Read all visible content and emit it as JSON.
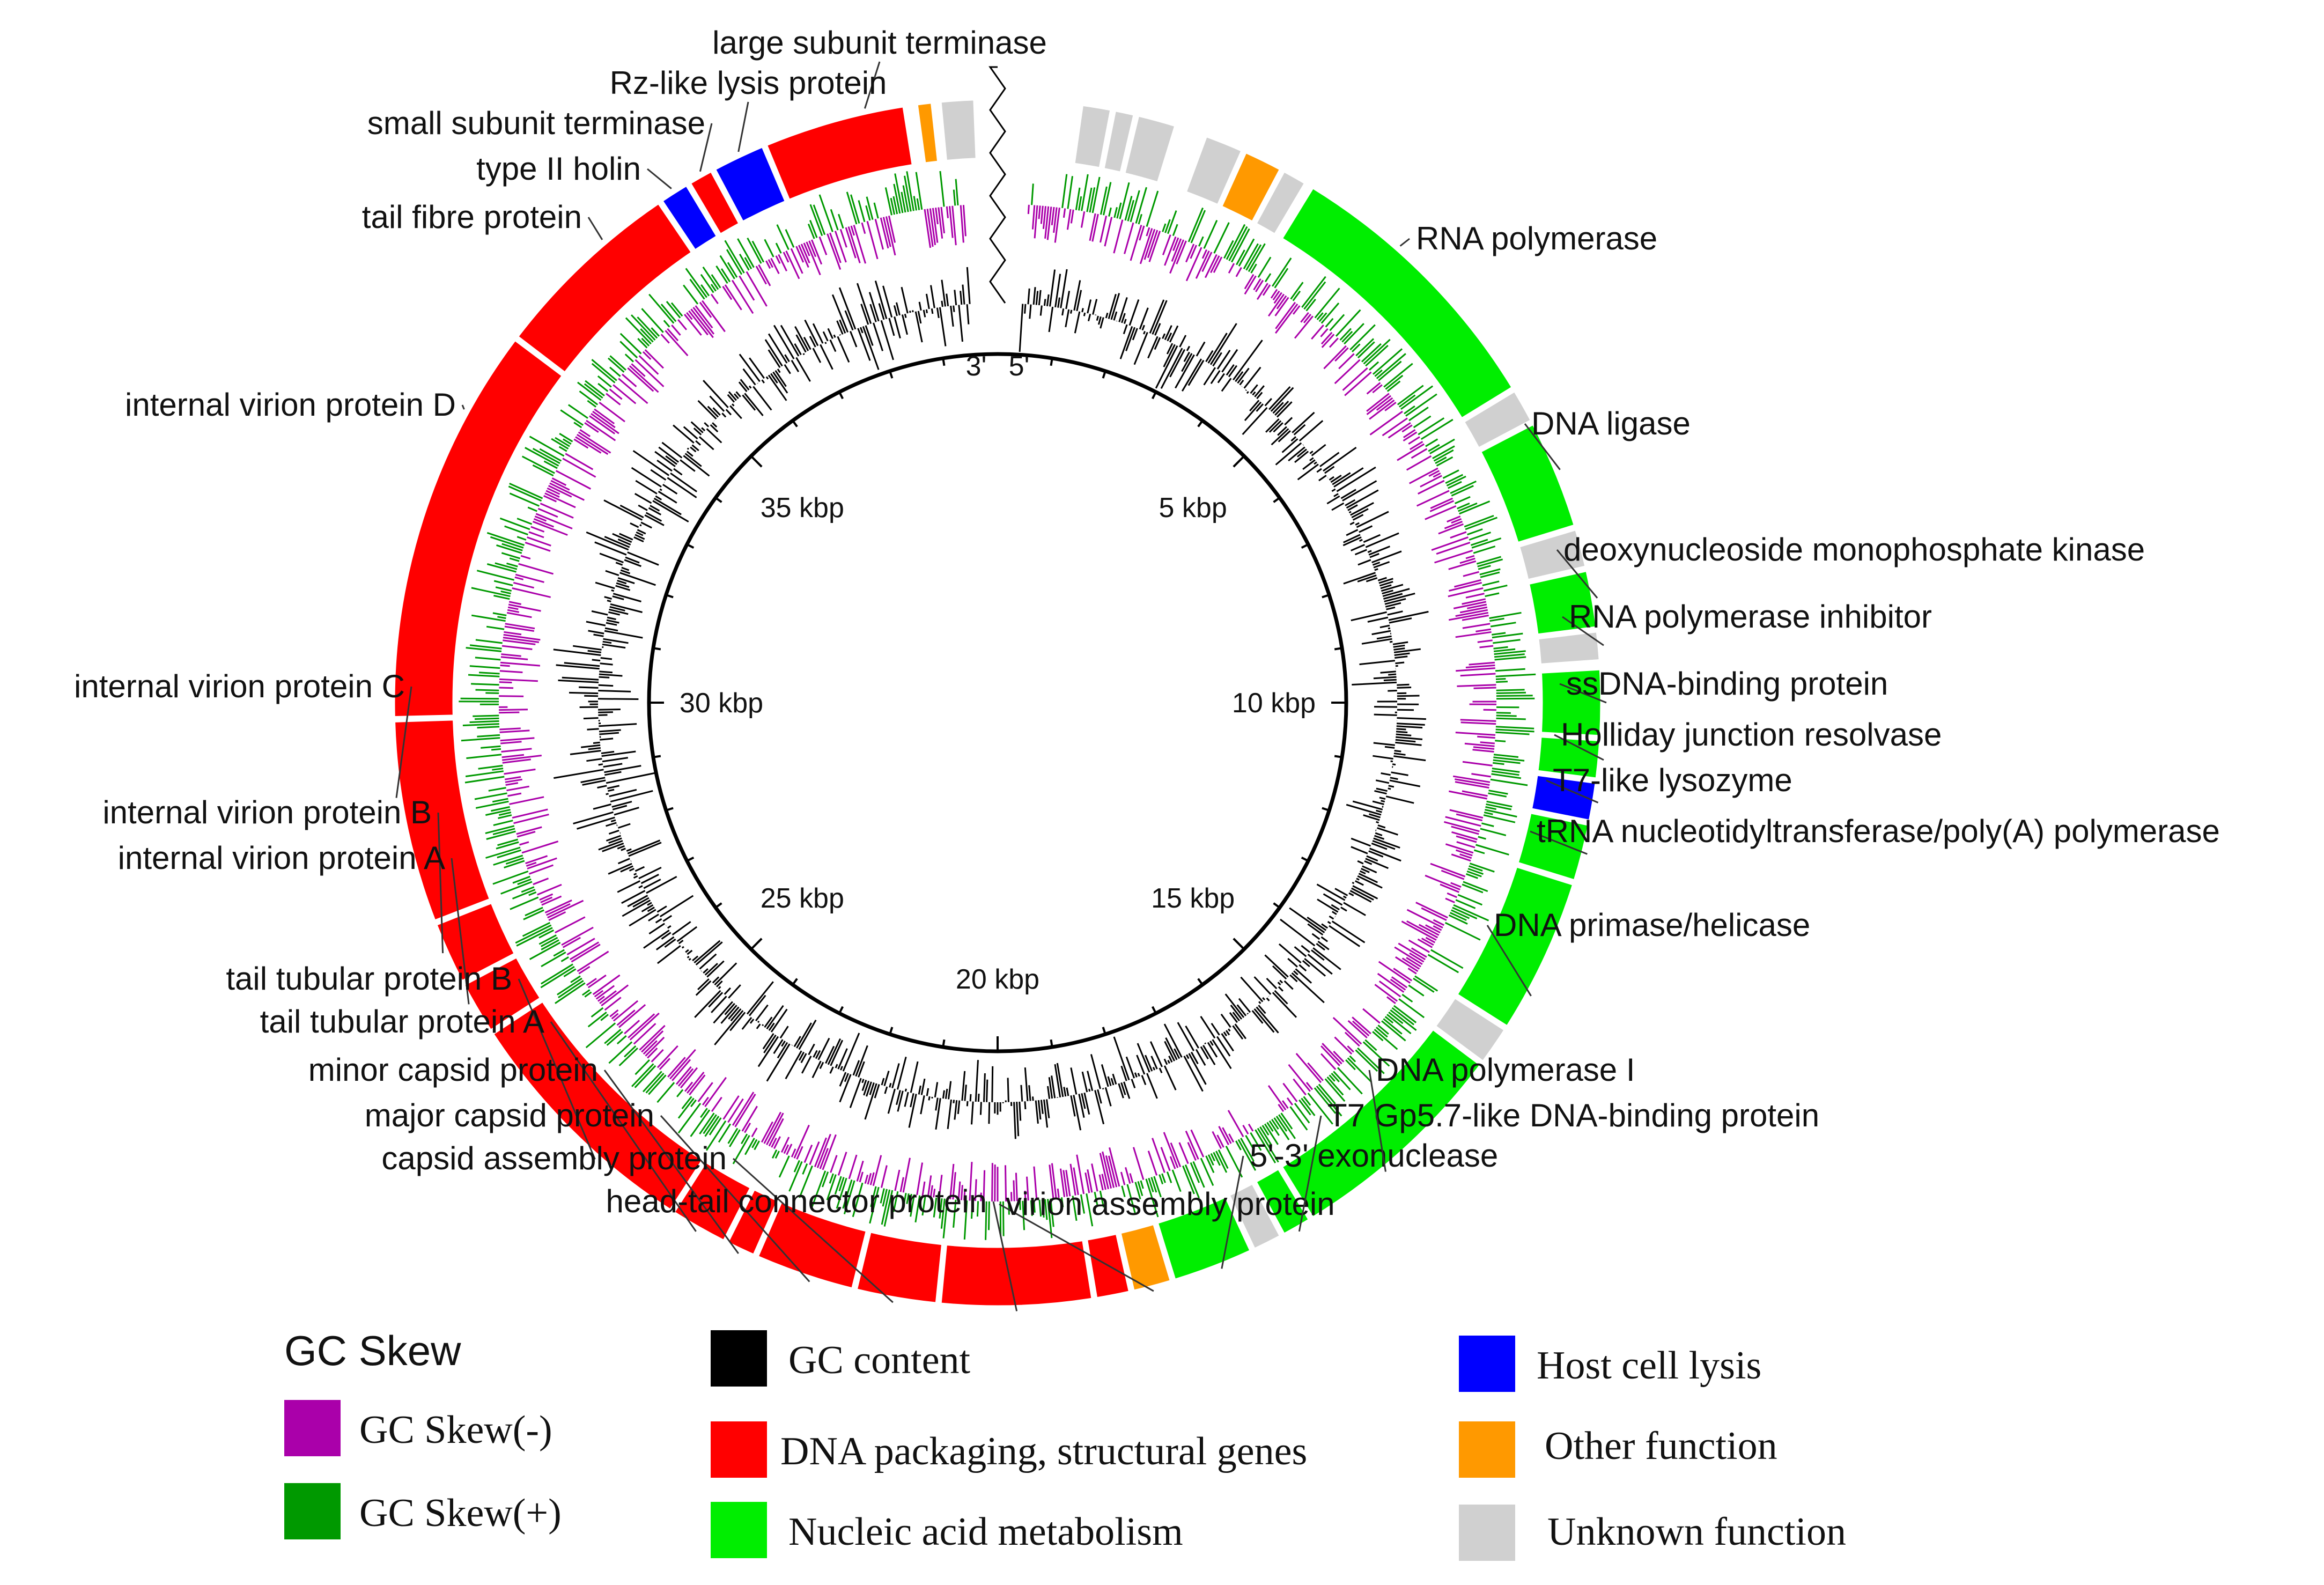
{
  "genome": {
    "length_kbp": 40,
    "end_labels": [
      "3'",
      "5'"
    ],
    "scale_ticks": [
      {
        "kbp": 5,
        "label": "5 kbp"
      },
      {
        "kbp": 10,
        "label": "10 kbp"
      },
      {
        "kbp": 15,
        "label": "15 kbp"
      },
      {
        "kbp": 20,
        "label": "20 kbp"
      },
      {
        "kbp": 25,
        "label": "25 kbp"
      },
      {
        "kbp": 30,
        "label": "30 kbp"
      },
      {
        "kbp": 35,
        "label": "35 kbp"
      }
    ]
  },
  "colors": {
    "structural": "#ff0000",
    "nucleic": "#00ee00",
    "lysis": "#0000ff",
    "other": "#ff9900",
    "unknown": "#d0d0d0",
    "gc_content": "#000000",
    "skew_neg": "#aa00aa",
    "skew_pos": "#009900"
  },
  "genes": [
    {
      "start": 0.9,
      "end": 1.2,
      "cat": "unknown",
      "label": ""
    },
    {
      "start": 1.25,
      "end": 1.45,
      "cat": "unknown",
      "label": ""
    },
    {
      "start": 1.5,
      "end": 1.9,
      "cat": "unknown",
      "label": ""
    },
    {
      "start": 2.25,
      "end": 2.65,
      "cat": "unknown",
      "label": ""
    },
    {
      "start": 2.7,
      "end": 3.1,
      "cat": "other",
      "label": ""
    },
    {
      "start": 3.15,
      "end": 3.4,
      "cat": "unknown",
      "label": ""
    },
    {
      "start": 3.5,
      "end": 6.5,
      "cat": "nucleic",
      "label": "RNA polymerase"
    },
    {
      "start": 6.55,
      "end": 6.9,
      "cat": "unknown",
      "label": ""
    },
    {
      "start": 6.95,
      "end": 8.1,
      "cat": "nucleic",
      "label": "DNA ligase"
    },
    {
      "start": 8.15,
      "end": 8.55,
      "cat": "unknown",
      "label": ""
    },
    {
      "start": 8.6,
      "end": 9.2,
      "cat": "nucleic",
      "label": "deoxynucleoside monophosphate kinase"
    },
    {
      "start": 9.25,
      "end": 9.55,
      "cat": "unknown",
      "label": "RNA polymerase inhibitor"
    },
    {
      "start": 9.65,
      "end": 10.35,
      "cat": "nucleic",
      "label": "ssDNA-binding protein"
    },
    {
      "start": 10.4,
      "end": 10.8,
      "cat": "nucleic",
      "label": "Holliday junction resolvase"
    },
    {
      "start": 10.85,
      "end": 11.25,
      "cat": "lysis",
      "label": "T7-like lysozyme"
    },
    {
      "start": 11.3,
      "end": 11.9,
      "cat": "nucleic",
      "label": "tRNA nucleotidyltransferase/poly(A) polymerase"
    },
    {
      "start": 11.95,
      "end": 13.6,
      "cat": "nucleic",
      "label": "DNA primase/helicase"
    },
    {
      "start": 13.65,
      "end": 14.05,
      "cat": "unknown",
      "label": ""
    },
    {
      "start": 14.1,
      "end": 16.5,
      "cat": "nucleic",
      "label": "DNA polymerase I"
    },
    {
      "start": 16.55,
      "end": 16.85,
      "cat": "nucleic",
      "label": "T7 Gp5.7-like DNA-binding protein"
    },
    {
      "start": 16.9,
      "end": 17.2,
      "cat": "unknown",
      "label": ""
    },
    {
      "start": 17.25,
      "end": 18.1,
      "cat": "nucleic",
      "label": "5'-3' exonuclease"
    },
    {
      "start": 18.15,
      "end": 18.55,
      "cat": "other",
      "label": "virion assembly protein"
    },
    {
      "start": 18.6,
      "end": 18.95,
      "cat": "structural",
      "label": ""
    },
    {
      "start": 19.0,
      "end": 20.6,
      "cat": "structural",
      "label": "head-tail connector protein"
    },
    {
      "start": 20.65,
      "end": 21.5,
      "cat": "structural",
      "label": "capsid assembly protein"
    },
    {
      "start": 21.55,
      "end": 22.6,
      "cat": "structural",
      "label": "major capsid protein"
    },
    {
      "start": 22.65,
      "end": 22.95,
      "cat": "structural",
      "label": "minor capsid protein"
    },
    {
      "start": 23.0,
      "end": 23.6,
      "cat": "structural",
      "label": "tail tubular protein A"
    },
    {
      "start": 23.65,
      "end": 26.3,
      "cat": "structural",
      "label": "tail tubular protein B"
    },
    {
      "start": 26.35,
      "end": 26.9,
      "cat": "structural",
      "label": "internal virion protein A"
    },
    {
      "start": 26.95,
      "end": 27.6,
      "cat": "structural",
      "label": "internal virion protein B"
    },
    {
      "start": 27.65,
      "end": 29.8,
      "cat": "structural",
      "label": "internal virion protein C"
    },
    {
      "start": 29.85,
      "end": 34.1,
      "cat": "structural",
      "label": "internal virion protein D"
    },
    {
      "start": 34.15,
      "end": 36.2,
      "cat": "structural",
      "label": "tail fibre protein"
    },
    {
      "start": 36.25,
      "end": 36.55,
      "cat": "lysis",
      "label": "type II holin"
    },
    {
      "start": 36.6,
      "end": 36.85,
      "cat": "structural",
      "label": "small subunit terminase"
    },
    {
      "start": 36.9,
      "end": 37.45,
      "cat": "lysis",
      "label": "Rz-like lysis protein"
    },
    {
      "start": 37.5,
      "end": 39.0,
      "cat": "structural",
      "label": "large subunit terminase"
    },
    {
      "start": 39.15,
      "end": 39.3,
      "cat": "other",
      "label": ""
    },
    {
      "start": 39.4,
      "end": 39.75,
      "cat": "unknown",
      "label": ""
    }
  ],
  "labels": [
    {
      "text": "large subunit terminase",
      "kbp": 38.6
    },
    {
      "text": "Rz-like lysis protein",
      "kbp": 37.2
    },
    {
      "text": "small subunit terminase",
      "kbp": 36.75
    },
    {
      "text": "type II holin",
      "kbp": 36.4
    },
    {
      "text": "tail fibre protein",
      "kbp": 35.5
    },
    {
      "text": "internal virion protein D",
      "kbp": 33.2
    },
    {
      "text": "internal virion protein C",
      "kbp": 29.0
    },
    {
      "text": "internal virion protein B",
      "kbp": 27.3
    },
    {
      "text": "internal virion protein A",
      "kbp": 26.7
    },
    {
      "text": "tail tubular protein B",
      "kbp": 24.6
    },
    {
      "text": "tail tubular protein A",
      "kbp": 23.3
    },
    {
      "text": "minor capsid protein",
      "kbp": 22.8
    },
    {
      "text": "major capsid protein",
      "kbp": 22.0
    },
    {
      "text": "capsid assembly protein",
      "kbp": 21.1
    },
    {
      "text": "head-tail connector protein",
      "kbp": 19.8
    },
    {
      "text": "virion assembly protein",
      "kbp": 18.35
    },
    {
      "text": "5'-3' exonuclease",
      "kbp": 17.6
    },
    {
      "text": "T7 Gp5.7-like DNA-binding protein",
      "kbp": 16.7
    },
    {
      "text": "DNA polymerase I",
      "kbp": 15.6
    },
    {
      "text": "DNA primase/helicase",
      "kbp": 13.2
    },
    {
      "text": "tRNA nucleotidyltransferase/poly(A) polymerase",
      "kbp": 11.6
    },
    {
      "text": "T7-like lysozyme",
      "kbp": 11.05
    },
    {
      "text": "Holliday junction resolvase",
      "kbp": 10.6
    },
    {
      "text": "ssDNA-binding protein",
      "kbp": 10.0
    },
    {
      "text": "RNA polymerase inhibitor",
      "kbp": 9.4
    },
    {
      "text": "deoxynucleoside monophosphate kinase",
      "kbp": 8.9
    },
    {
      "text": "DNA ligase",
      "kbp": 7.5
    },
    {
      "text": "RNA polymerase",
      "kbp": 4.6
    }
  ],
  "legend": {
    "gc_skew_title": "GC Skew",
    "gc_skew_neg": "GC Skew(-)",
    "gc_skew_pos": "GC Skew(+)",
    "gc_content": "GC content",
    "structural": "DNA packaging, structural genes",
    "nucleic": "Nucleic acid metabolism",
    "lysis": "Host cell lysis",
    "other": "Other function",
    "unknown": "Unknown function"
  }
}
